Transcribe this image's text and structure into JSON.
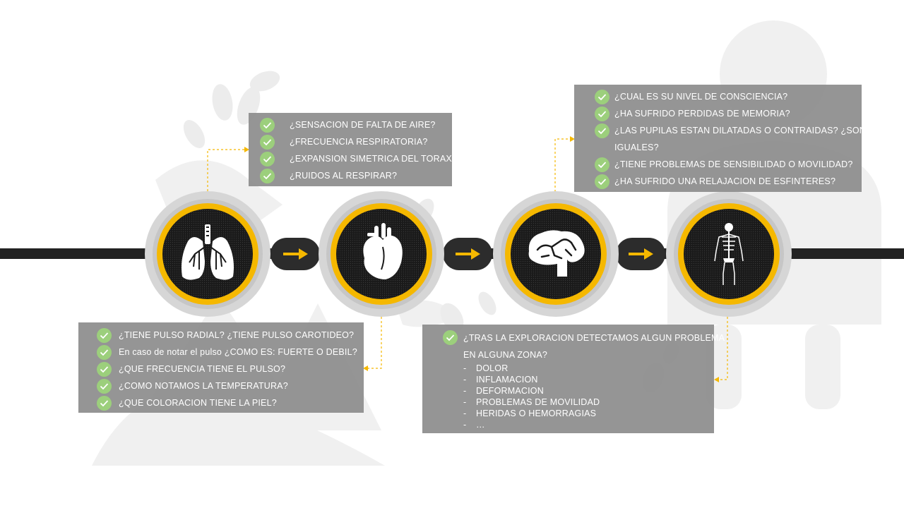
{
  "colors": {
    "accent": "#f5b800",
    "bar": "#222222",
    "box": "#8c8c8c",
    "check": "#9ccf7c",
    "ring": "#cccccc"
  },
  "nodes": [
    {
      "icon": "lungs-icon"
    },
    {
      "icon": "heart-icon"
    },
    {
      "icon": "brain-icon"
    },
    {
      "icon": "skeleton-icon"
    }
  ],
  "box_respiration": {
    "items": [
      "¿SENSACION DE FALTA DE AIRE?",
      "¿FRECUENCIA RESPIRATORIA?",
      "¿EXPANSION SIMETRICA DEL TORAX?",
      "¿RUIDOS AL RESPIRAR?"
    ]
  },
  "box_circulation": {
    "items": [
      "¿TIENE PULSO RADIAL? ¿TIENE PULSO CAROTIDEO?",
      "En caso de notar el pulso ¿COMO ES: FUERTE O DEBIL?",
      "¿QUE FRECUENCIA TIENE EL PULSO?",
      "¿COMO NOTAMOS LA TEMPERATURA?",
      "¿QUE COLORACION TIENE LA PIEL?"
    ]
  },
  "box_neuro": {
    "items": [
      "¿CUAL ES SU NIVEL DE CONSCIENCIA?",
      "¿HA SUFRIDO PERDIDAS DE MEMORIA?",
      "¿LAS PUPILAS ESTAN DILATADAS O CONTRAIDAS? ¿SON",
      "IGUALES?",
      "¿TIENE PROBLEMAS DE SENSIBILIDAD O MOVILIDAD?",
      "¿HA SUFRIDO UNA RELAJACION DE ESFINTERES?"
    ]
  },
  "box_exploration": {
    "question_line1": "¿TRAS LA EXPLORACION DETECTAMOS ALGUN PROBLEMA",
    "question_line2": "EN ALGUNA ZONA?",
    "dash": "-",
    "items": [
      "DOLOR",
      "INFLAMACION",
      "DEFORMACION",
      "PROBLEMAS DE MOVILIDAD",
      "HERIDAS O HEMORRAGIAS",
      "…"
    ]
  }
}
